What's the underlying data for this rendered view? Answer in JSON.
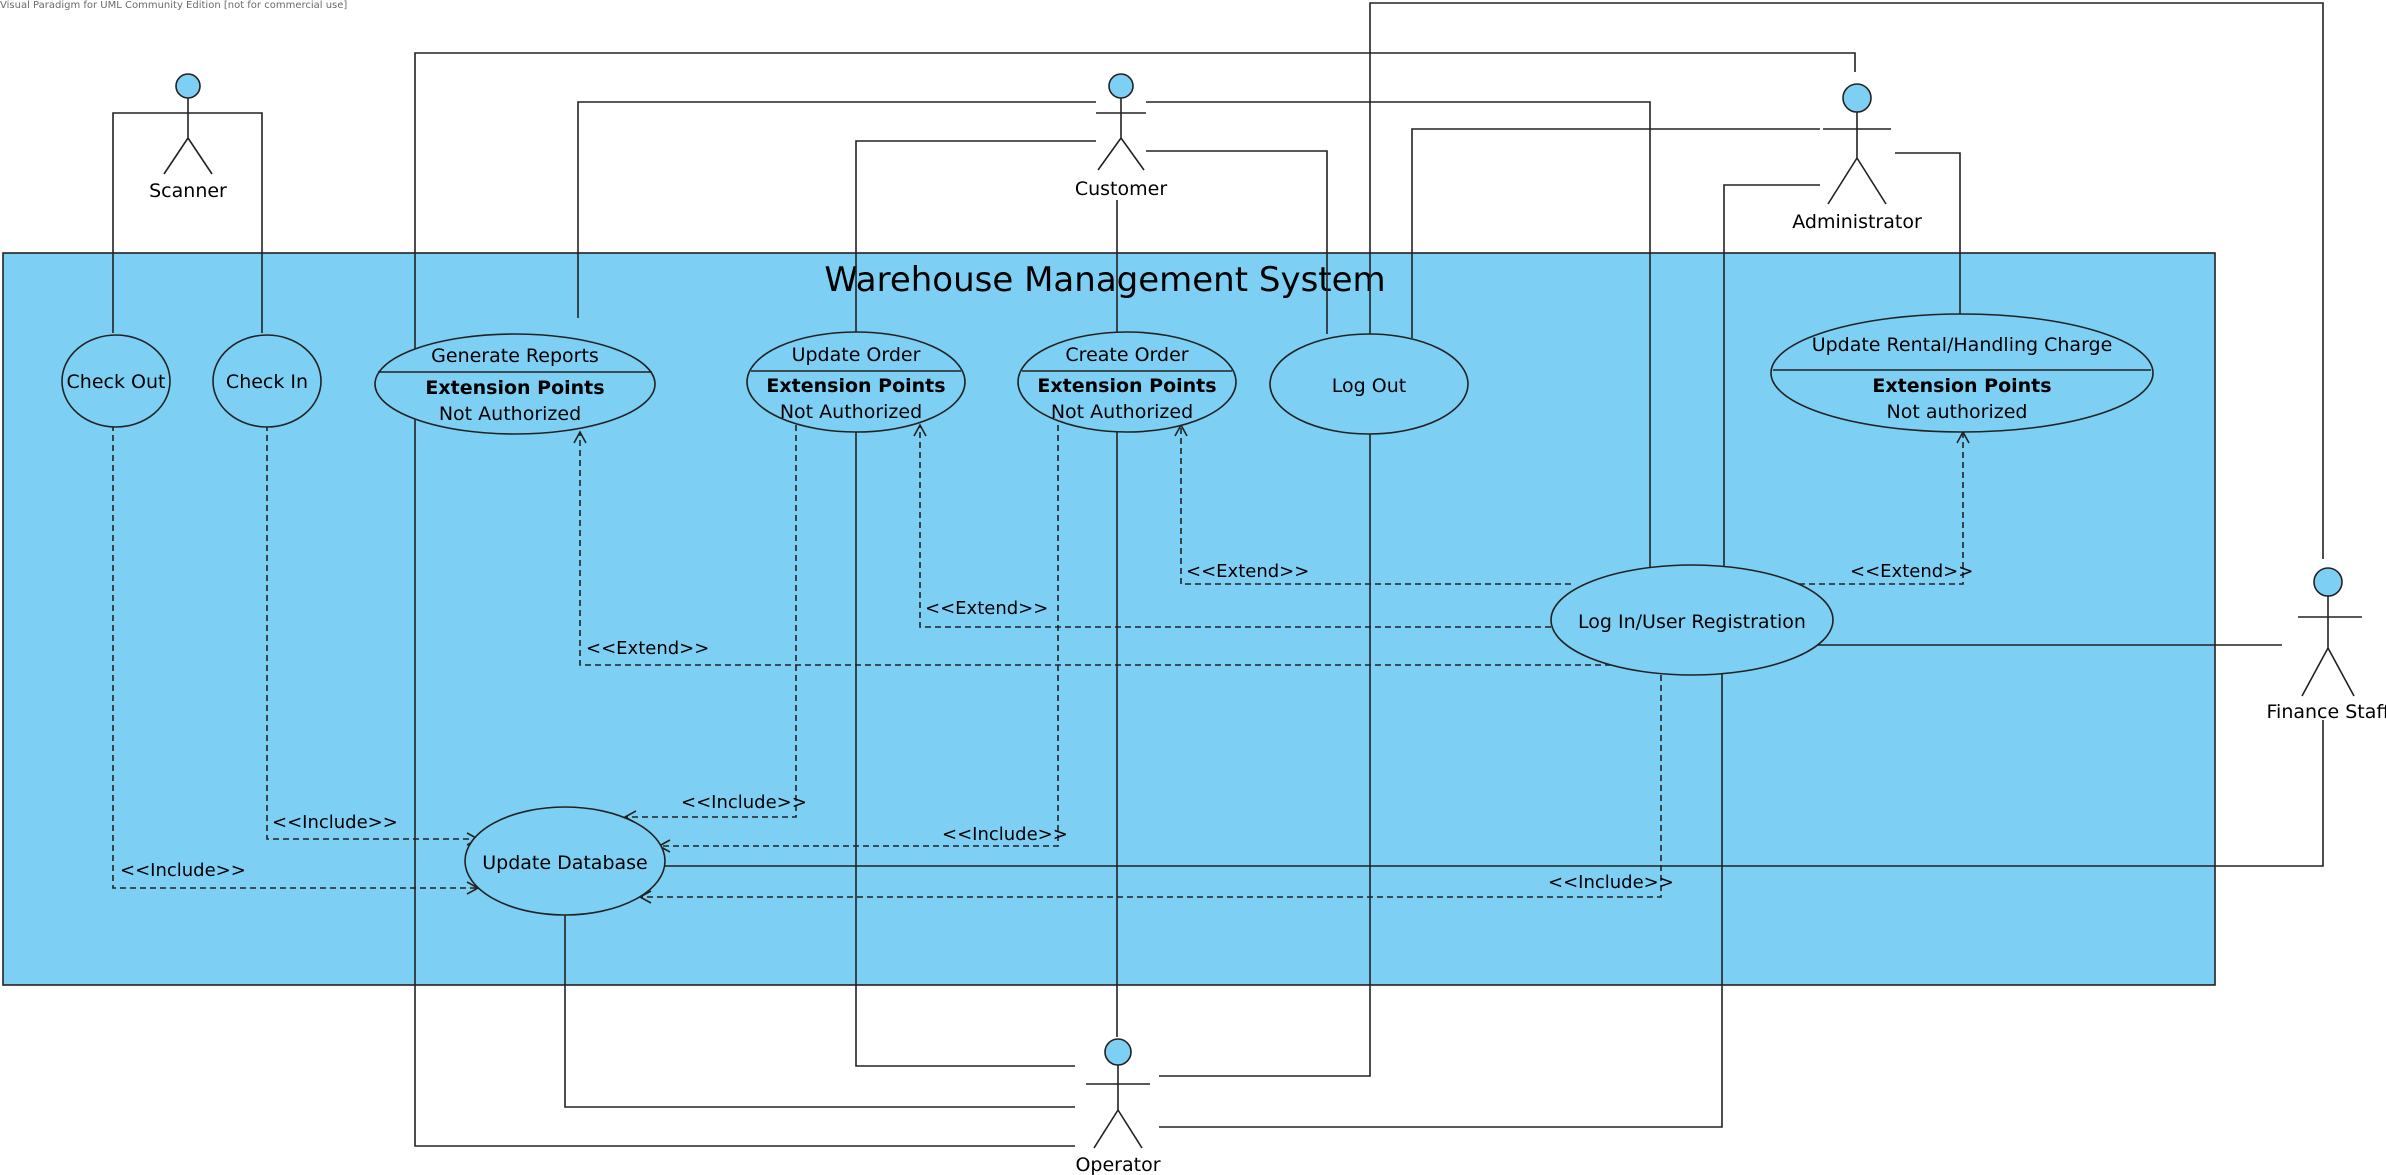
{
  "watermark": "Visual Paradigm for UML Community Edition [not for commercial use]",
  "system": {
    "title": "Warehouse Management System"
  },
  "actors": {
    "scanner": "Scanner",
    "customer": "Customer",
    "administrator": "Administrator",
    "finance_staff": "Finance Staff",
    "operator": "Operator"
  },
  "use_cases": {
    "check_out": "Check Out",
    "check_in": "Check In",
    "generate_reports": {
      "name": "Generate Reports",
      "ext_heading": "Extension Points",
      "ext_point": "Not Authorized"
    },
    "update_order": {
      "name": "Update Order",
      "ext_heading": "Extension Points",
      "ext_point": "Not Authorized"
    },
    "create_order": {
      "name": "Create Order",
      "ext_heading": "Extension Points",
      "ext_point": "Not Authorized"
    },
    "log_out": "Log Out",
    "update_rental": {
      "name": "Update Rental/Handling Charge",
      "ext_heading": "Extension Points",
      "ext_point": "Not authorized"
    },
    "login": "Log In/User Registration",
    "update_database": "Update Database"
  },
  "relations": {
    "extend_create_order": "<<Extend>>",
    "extend_update_order": "<<Extend>>",
    "extend_generate_reports": "<<Extend>>",
    "extend_update_rental": "<<Extend>>",
    "include_update_order": "<<Include>>",
    "include_check_in": "<<Include>>",
    "include_create_order": "<<Include>>",
    "include_check_out": "<<Include>>",
    "include_login": "<<Include>>"
  },
  "colors": {
    "system_fill": "#7dcff3",
    "use_case_fill": "#7dcff3",
    "actor_head": "#7dcff3",
    "stroke": "#222222"
  }
}
